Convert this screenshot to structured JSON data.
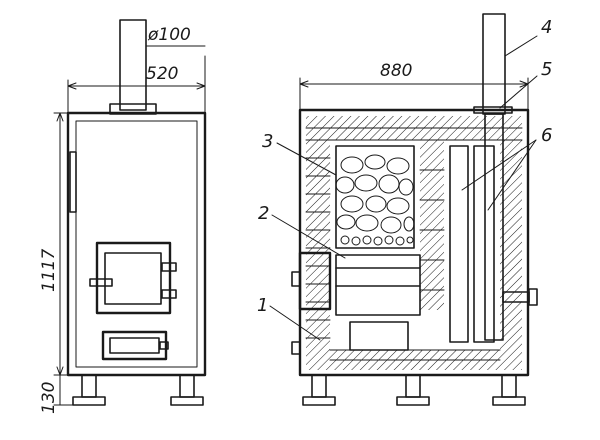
{
  "dimensions": {
    "flue_diameter": "ø100",
    "front_width": "520",
    "total_height": "1117",
    "leg_height": "130",
    "side_width": "880"
  },
  "callouts": {
    "c1": "1",
    "c2": "2",
    "c3": "3",
    "c4": "4",
    "c5": "5",
    "c6": "6"
  }
}
